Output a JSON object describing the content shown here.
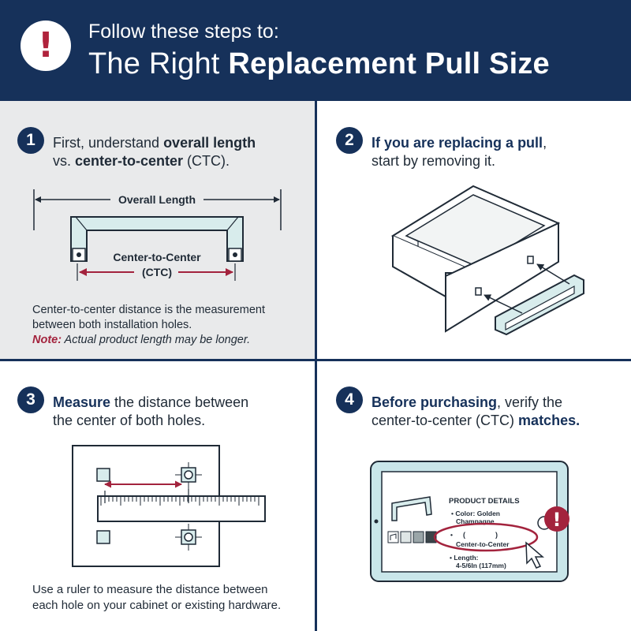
{
  "header": {
    "alert_icon": "exclamation-icon",
    "alert_glyph": "!",
    "subtitle": "Follow these steps to:",
    "title_plain": "The Right ",
    "title_bold": "Replacement Pull Size"
  },
  "steps": [
    {
      "number": "1",
      "line1_plain": "First, understand ",
      "line1_bold": "overall length",
      "line2_plain_start": "vs. ",
      "line2_bold": "center-to-center",
      "line2_plain_end": " (CTC).",
      "diagram": {
        "overall_label": "Overall Length",
        "ctc_label_1": "Center-to-Center",
        "ctc_label_2": "(CTC)"
      },
      "note_line1": "Center-to-center distance is the measurement",
      "note_line2": "between both installation holes.",
      "note_label": "Note:",
      "note_text": " Actual product length may be longer."
    },
    {
      "number": "2",
      "line1_bold": "If you are replacing a pull",
      "line1_plain": ",",
      "line2": "start by removing it."
    },
    {
      "number": "3",
      "line1_bold": "Measure",
      "line1_plain": " the distance between",
      "line2": "the center of both holes.",
      "caption_line1": "Use a ruler to measure the distance between",
      "caption_line2": "each hole on your cabinet or existing hardware."
    },
    {
      "number": "4",
      "line1_bold": "Before purchasing",
      "line1_plain": ", verify the",
      "line2_plain": "center-to-center (CTC) ",
      "line2_bold": "matches",
      "line2_end": ".",
      "tablet": {
        "details_title": "PRODUCT DETAILS",
        "color_line1": "• Color: Golden",
        "color_line2": "Champagne",
        "bullet": "•",
        "paren_open": "(",
        "paren_close": ")",
        "ctc_label": "Center-to-Center",
        "length_line1": "• Length:",
        "length_line2": "4-5/6In (117mm)",
        "alert_glyph": "!"
      }
    }
  ],
  "colors": {
    "navy": "#16315a",
    "accent_red": "#a3233d",
    "pull_fill": "#d8ecec",
    "tablet_fill": "#c9e6ea",
    "panel_gray": "#e9eaeb"
  }
}
